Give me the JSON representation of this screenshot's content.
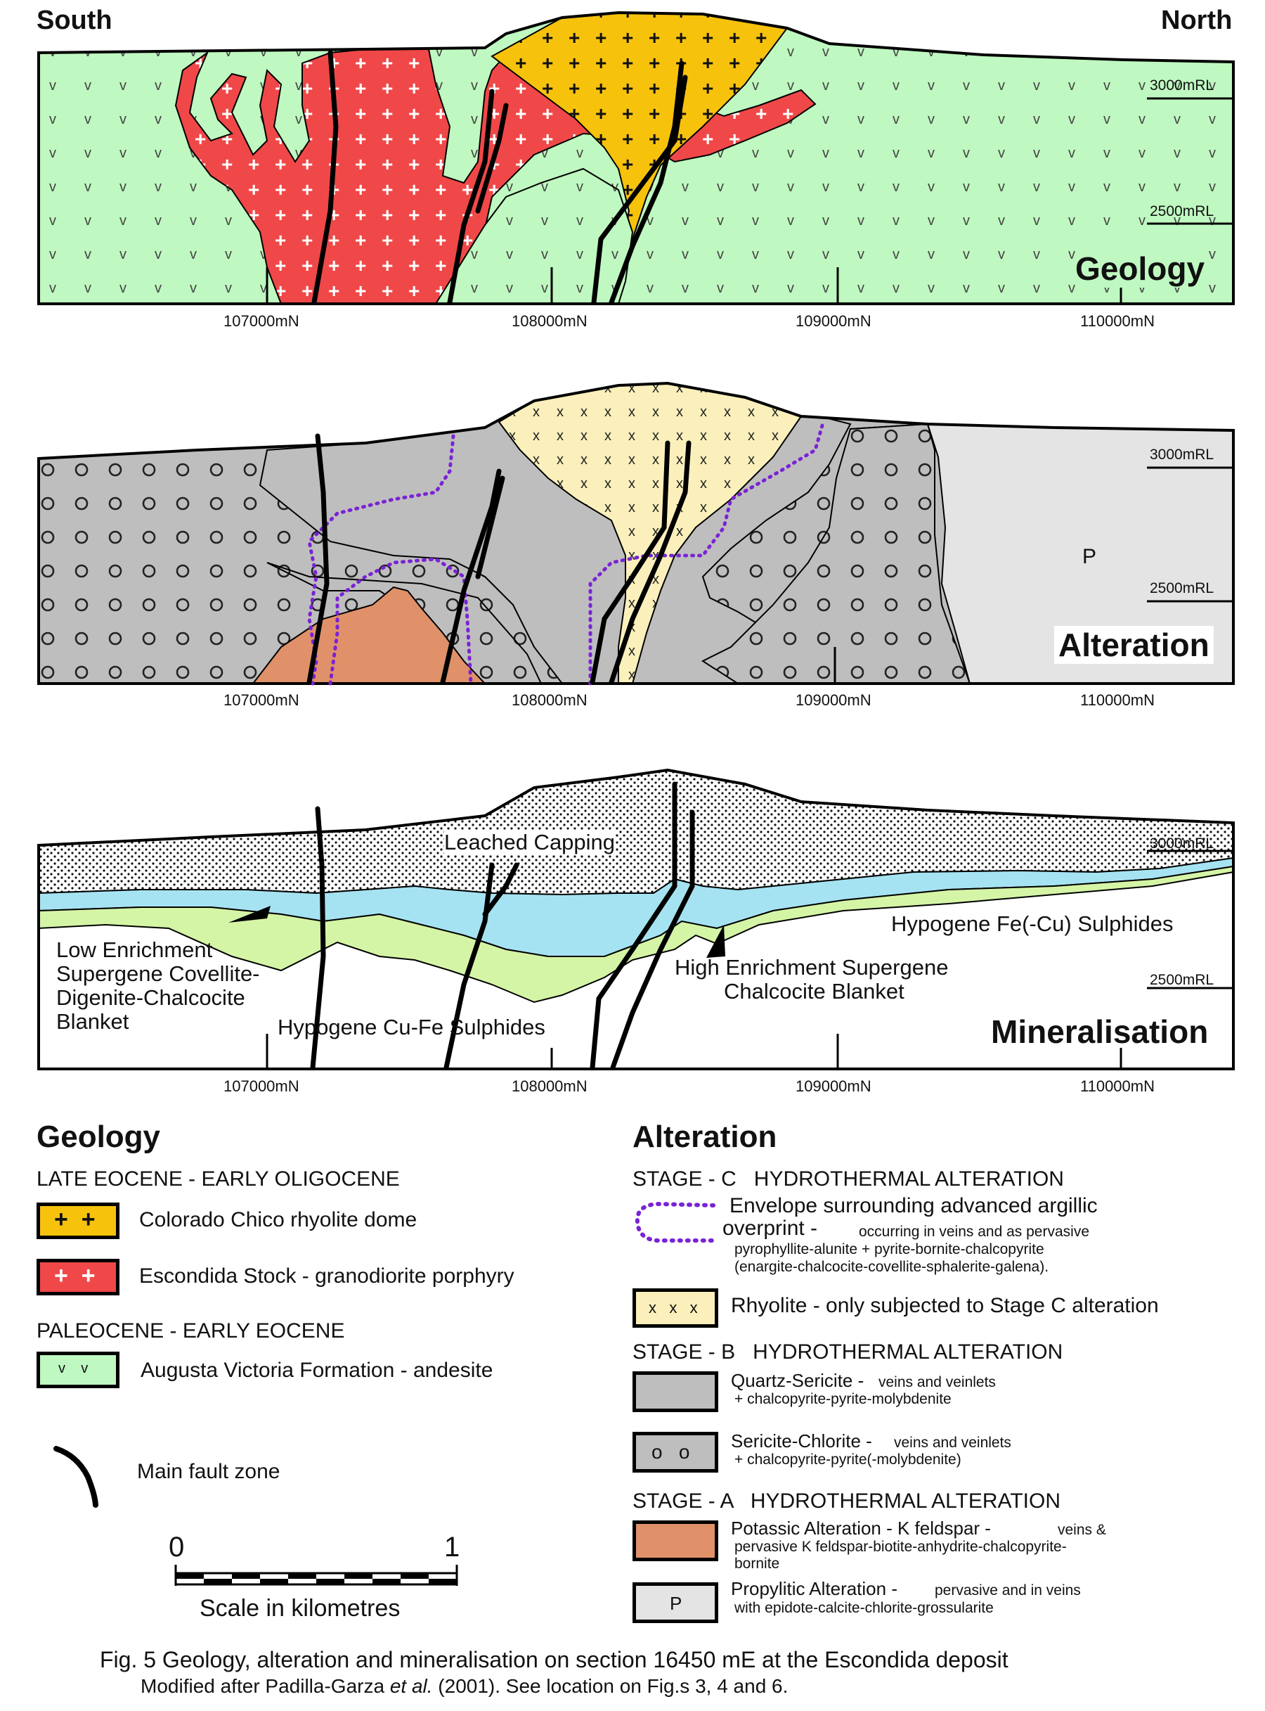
{
  "sections": {
    "south": "South",
    "north": "North",
    "geology_title": "Geology",
    "alteration_title": "Alteration",
    "mineral_title": "Mineralisation",
    "northings": [
      "107000mN",
      "108000mN",
      "109000mN",
      "110000mN"
    ],
    "rl_3000": "3000mRL",
    "rl_2500": "2500mRL",
    "propylitic_symbol": "P"
  },
  "mineral_labels": {
    "leached": "Leached Capping",
    "hypogene_fe": "Hypogene Fe(-Cu) Sulphides",
    "low_enrich_1": "Low Enrichment",
    "low_enrich_2": "Supergene Covellite-",
    "low_enrich_3": "Digenite-Chalcocite",
    "low_enrich_4": "Blanket",
    "high_enrich_1": "High Enrichment Supergene",
    "high_enrich_2": "Chalcocite Blanket",
    "hypogene_cu": "Hypogene Cu-Fe Sulphides"
  },
  "legend_geology": {
    "heading": "Geology",
    "period1": "LATE EOCENE - EARLY OLIGOCENE",
    "rhyolite_dome": "Colorado Chico rhyolite dome",
    "stock": "Escondida Stock - granodiorite porphyry",
    "period2": "PALEOCENE - EARLY EOCENE",
    "andesite": "Augusta Victoria Formation - andesite",
    "fault": "Main fault zone",
    "scale_0": "0",
    "scale_1": "1",
    "scale_label": "Scale in kilometres"
  },
  "legend_alteration": {
    "heading": "Alteration",
    "stage_c": "STAGE - C   HYDROTHERMAL ALTERATION",
    "envelope_1": "Envelope surrounding advanced argillic",
    "envelope_2": "overprint  -",
    "envelope_3": "occurring in veins and as pervasive",
    "envelope_4": "pyrophyllite-alunite + pyrite-bornite-chalcopyrite",
    "envelope_5": "(enargite-chalcocite-covellite-sphalerite-galena).",
    "rhyolite": "Rhyolite - only subjected to Stage C alteration",
    "stage_b": "STAGE - B   HYDROTHERMAL ALTERATION",
    "qs_1": "Quartz-Sericite -",
    "qs_2": "veins and veinlets",
    "qs_3": "+ chalcopyrite-pyrite-molybdenite",
    "sc_1": "Sericite-Chlorite -",
    "sc_2": "veins and veinlets",
    "sc_3": "+ chalcopyrite-pyrite(-molybdenite)",
    "stage_a": "STAGE - A   HYDROTHERMAL ALTERATION",
    "pot_1": "Potassic Alteration - K feldspar -",
    "pot_2": "veins &",
    "pot_3": "pervasive  K feldspar-biotite-anhydrite-chalcopyrite-",
    "pot_4": "bornite",
    "prop_1": "Propylitic Alteration -",
    "prop_2": "pervasive and in veins",
    "prop_3": "with epidote-calcite-chlorite-grossularite",
    "prop_symbol": "P"
  },
  "caption": {
    "line1": "Fig. 5  Geology, alteration and mineralisation on section 16450 mE at the Escondida deposit",
    "line2a": "Modified after Padilla-Garza ",
    "line2b": "et al.",
    "line2c": " (2001). See location on Fig.s 3, 4 and 6."
  },
  "colors": {
    "andesite": "#bff8c0",
    "stock": "#f04848",
    "rhyolite_dome": "#f7c20c",
    "qs_grey": "#bebebe",
    "propylitic": "#e4e4e4",
    "potassic": "#e0916a",
    "rhyolite_alt": "#fbf0bb",
    "envelope": "#7a22d6",
    "supergene_blue": "#a6e3f2",
    "supergene_green": "#d5f5a6"
  }
}
